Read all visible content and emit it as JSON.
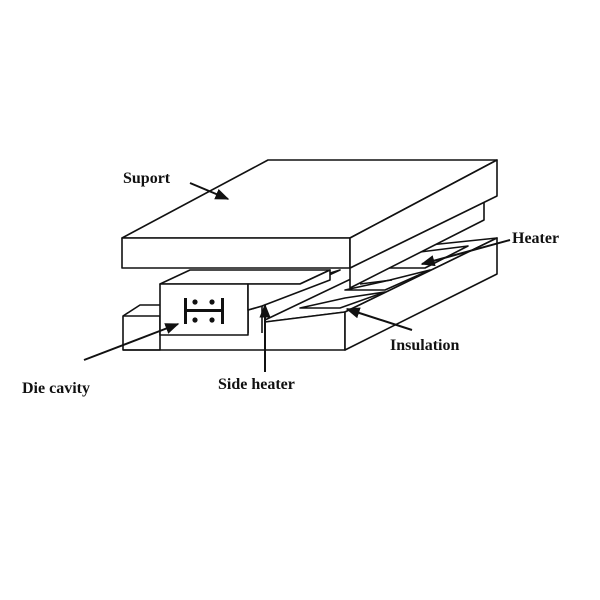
{
  "labels": {
    "support": "Suport",
    "heater": "Heater",
    "insulation": "Insulation",
    "die_cavity": "Die cavity",
    "side_heater": "Side heater"
  },
  "colors": {
    "line": "#111111",
    "background": "#ffffff",
    "face_top": "#ffffff",
    "face_side": "#ffffff",
    "die_mark": "#111111"
  }
}
